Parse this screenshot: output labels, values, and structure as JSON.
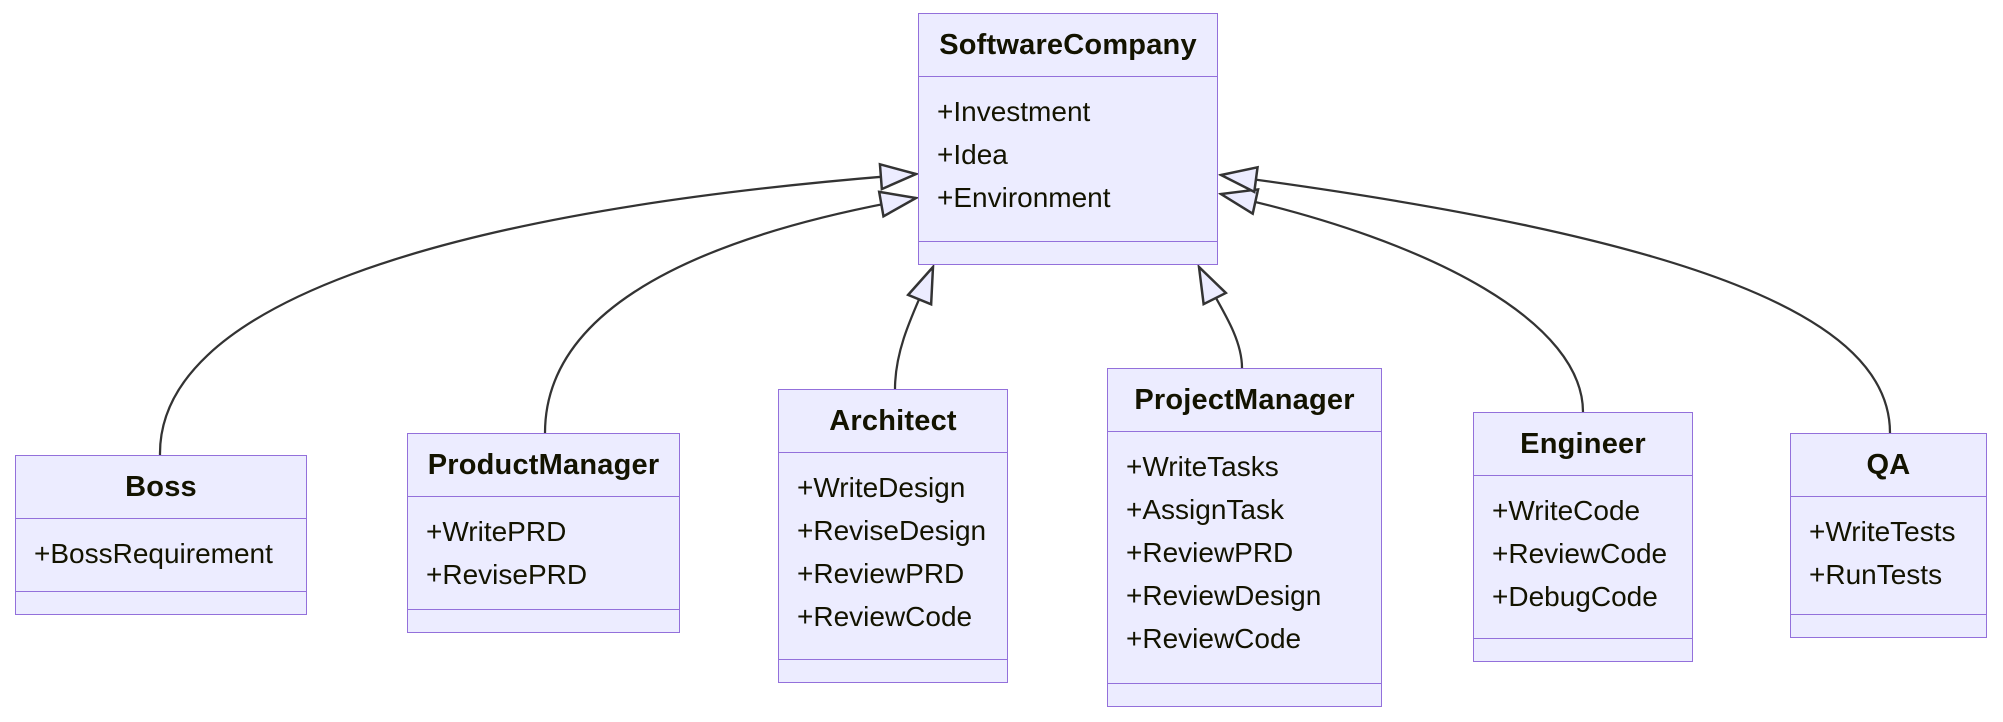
{
  "diagram": {
    "kind": "uml-class-diagram",
    "classes": [
      {
        "name": "SoftwareCompany",
        "members": [
          "+Investment",
          "+Idea",
          "+Environment"
        ]
      },
      {
        "name": "Boss",
        "members": [
          "+BossRequirement"
        ]
      },
      {
        "name": "ProductManager",
        "members": [
          "+WritePRD",
          "+RevisePRD"
        ]
      },
      {
        "name": "Architect",
        "members": [
          "+WriteDesign",
          "+ReviseDesign",
          "+ReviewPRD",
          "+ReviewCode"
        ]
      },
      {
        "name": "ProjectManager",
        "members": [
          "+WriteTasks",
          "+AssignTask",
          "+ReviewPRD",
          "+ReviewDesign",
          "+ReviewCode"
        ]
      },
      {
        "name": "Engineer",
        "members": [
          "+WriteCode",
          "+ReviewCode",
          "+DebugCode"
        ]
      },
      {
        "name": "QA",
        "members": [
          "+WriteTests",
          "+RunTests"
        ]
      }
    ],
    "relations": [
      {
        "from": "Boss",
        "to": "SoftwareCompany",
        "type": "inheritance"
      },
      {
        "from": "ProductManager",
        "to": "SoftwareCompany",
        "type": "inheritance"
      },
      {
        "from": "Architect",
        "to": "SoftwareCompany",
        "type": "inheritance"
      },
      {
        "from": "ProjectManager",
        "to": "SoftwareCompany",
        "type": "inheritance"
      },
      {
        "from": "Engineer",
        "to": "SoftwareCompany",
        "type": "inheritance"
      },
      {
        "from": "QA",
        "to": "SoftwareCompany",
        "type": "inheritance"
      }
    ],
    "colors": {
      "node_fill": "#ECECFF",
      "node_border": "#9370DB",
      "edge_stroke": "#333333",
      "text": "#131300"
    }
  }
}
